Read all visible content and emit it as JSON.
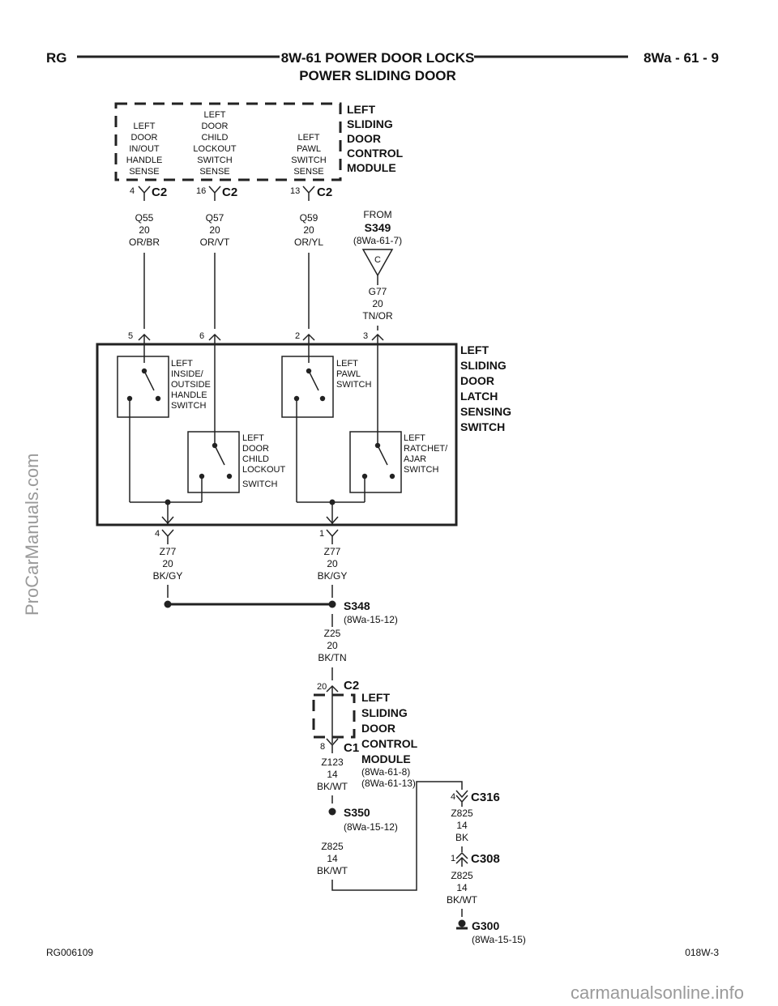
{
  "header": {
    "left": "RG",
    "title1": "8W-61 POWER DOOR LOCKS",
    "title2": "POWER SLIDING DOOR",
    "right": "8Wa - 61 - 9"
  },
  "module_top": {
    "title": [
      "LEFT",
      "SLIDING",
      "DOOR",
      "CONTROL",
      "MODULE"
    ],
    "sense1": [
      "LEFT",
      "DOOR",
      "IN/OUT",
      "HANDLE",
      "SENSE"
    ],
    "sense2": [
      "LEFT",
      "DOOR",
      "CHILD",
      "LOCKOUT",
      "SWITCH",
      "SENSE"
    ],
    "sense3": [
      "LEFT",
      "PAWL",
      "SWITCH",
      "SENSE"
    ],
    "pins": [
      "4",
      "16",
      "13"
    ],
    "connector": "C2"
  },
  "wires_top": [
    [
      "Q55",
      "20",
      "OR/BR"
    ],
    [
      "Q57",
      "20",
      "OR/VT"
    ],
    [
      "Q59",
      "20",
      "OR/YL"
    ]
  ],
  "from": {
    "label": "FROM",
    "splice": "S349",
    "ref": "(8Wa-61-7)",
    "letter": "C",
    "wire": [
      "G77",
      "20",
      "TN/OR"
    ]
  },
  "latch": {
    "title": [
      "LEFT",
      "SLIDING",
      "DOOR",
      "LATCH",
      "SENSING",
      "SWITCH"
    ],
    "pins_top": [
      "5",
      "6",
      "2",
      "3"
    ],
    "sw1": [
      "LEFT",
      "INSIDE/",
      "OUTSIDE",
      "HANDLE",
      "SWITCH"
    ],
    "sw2": [
      "LEFT",
      "DOOR",
      "CHILD",
      "LOCKOUT",
      "SWITCH"
    ],
    "sw3": [
      "LEFT",
      "PAWL",
      "SWITCH"
    ],
    "sw4": [
      "LEFT",
      "RATCHET/",
      "AJAR",
      "SWITCH"
    ],
    "pins_bottom": [
      "4",
      "1"
    ]
  },
  "wires_mid": [
    [
      "Z77",
      "20",
      "BK/GY"
    ],
    [
      "Z77",
      "20",
      "BK/GY"
    ]
  ],
  "s348": {
    "name": "S348",
    "ref": "(8Wa-15-12)"
  },
  "z25": [
    "Z25",
    "20",
    "BK/TN"
  ],
  "module_bottom": {
    "pin_top": "20",
    "conn_top": "C2",
    "title": [
      "LEFT",
      "SLIDING",
      "DOOR",
      "CONTROL",
      "MODULE"
    ],
    "refs": [
      "(8Wa-61-8)",
      "(8Wa-61-13)"
    ],
    "pin_bottom": "8",
    "conn_bottom": "C1"
  },
  "z123": [
    "Z123",
    "14",
    "BK/WT"
  ],
  "s350": {
    "name": "S350",
    "ref": "(8Wa-15-12)"
  },
  "z825a": [
    "Z825",
    "14",
    "BK/WT"
  ],
  "c316": {
    "pin": "4",
    "name": "C316"
  },
  "z825b": [
    "Z825",
    "14",
    "BK"
  ],
  "c308": {
    "pin": "1",
    "name": "C308"
  },
  "z825c": [
    "Z825",
    "14",
    "BK/WT"
  ],
  "g300": {
    "name": "G300",
    "ref": "(8Wa-15-15)"
  },
  "footer": {
    "left": "RG006109",
    "right": "018W-3"
  },
  "watermarks": {
    "side": "ProCarManuals.com",
    "bottom": "carmanualsonline.info"
  }
}
